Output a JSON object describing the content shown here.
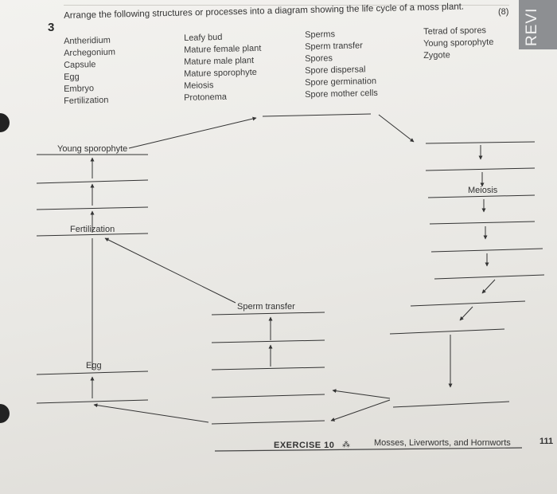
{
  "question": {
    "number": "3",
    "text": "Arrange the following structures or processes into a diagram showing the life cycle of a moss plant.",
    "points": "(8)"
  },
  "word_bank": {
    "column1": [
      "Antheridium",
      "Archegonium",
      "Capsule",
      "Egg",
      "Embryo",
      "Fertilization"
    ],
    "column2": [
      "Leafy bud",
      "Mature female plant",
      "Mature male plant",
      "Mature sporophyte",
      "Meiosis",
      "Protonema"
    ],
    "column3": [
      "Sperms",
      "Sperm transfer",
      "Spores",
      "Spore dispersal",
      "Spore germination",
      "Spore mother cells"
    ],
    "column4": [
      "Tetrad of spores",
      "Young sporophyte",
      "Zygote"
    ]
  },
  "filled_labels": {
    "young_sporophyte": "Young sporophyte",
    "meiosis": "Meiosis",
    "fertilization": "Fertilization",
    "sperm_transfer": "Sperm transfer",
    "egg": "Egg"
  },
  "side_tab": "REVI",
  "footer": {
    "exercise": "EXERCISE 10",
    "subject": "Mosses, Liverworts, and Hornworts",
    "page_number": "111"
  }
}
